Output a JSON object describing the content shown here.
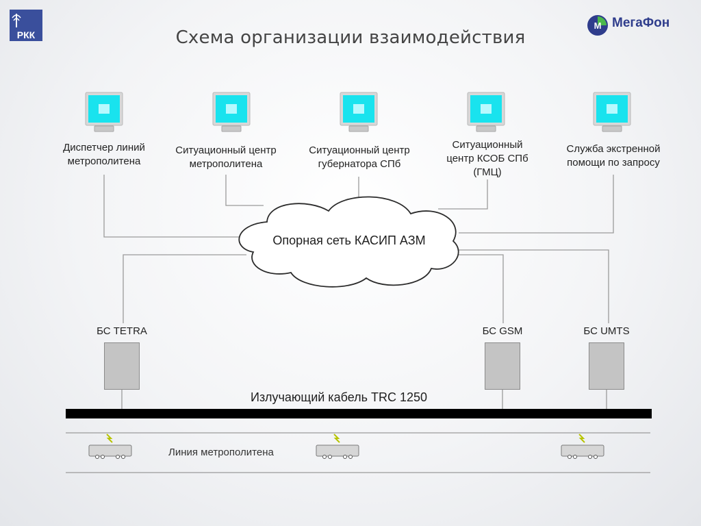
{
  "title": "Схема организации взаимодействия",
  "logos": {
    "left_text": "РКК",
    "right_text": "МегаФон"
  },
  "terminals": [
    {
      "label": "Диспетчер линий\nметрополитена"
    },
    {
      "label": "Ситуационный центр\nметрополитена"
    },
    {
      "label": "Ситуационный центр\nгубернатора СПб"
    },
    {
      "label": "Ситуационный\nцентр КСОБ СПб\n(ГМЦ)"
    },
    {
      "label": "Служба экстренной\nпомощи по запросу"
    }
  ],
  "network": {
    "label": "Опорная сеть КАСИП АЗМ"
  },
  "base_stations": [
    {
      "label": "БС TETRA"
    },
    {
      "label": "БС GSM"
    },
    {
      "label": "БС UMTS"
    }
  ],
  "cable": {
    "label": "Излучающий кабель TRC 1250"
  },
  "metro_line": {
    "label": "Линия метрополитена",
    "train_count": 3
  },
  "colors": {
    "screen": "#19e3ee",
    "connector": "#9a9a9a",
    "cable": "#000000",
    "bs_box": "#c4c4c4"
  }
}
